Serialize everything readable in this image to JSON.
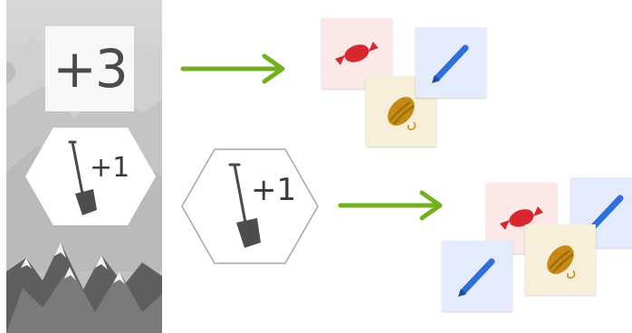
{
  "left_panel": {
    "bonus_card_text": "+3",
    "hex_token_text": "+1"
  },
  "main": {
    "hex_token_text": "+1"
  },
  "tiles": {
    "row1": [
      "candy",
      "pencil",
      "yarn"
    ],
    "row2": [
      "candy",
      "pencil",
      "pencil",
      "yarn"
    ]
  },
  "colors": {
    "arrow": "#72b01d",
    "candy_bg": "#fbe9e8",
    "candy": "#d8272f",
    "pencil_bg": "#e3ebfd",
    "pencil": "#2f6fd9",
    "yarn_bg": "#f7efd9",
    "yarn": "#c48a12",
    "shovel": "#4a4a4a"
  },
  "icons": [
    "candy-icon",
    "pencil-icon",
    "yarn-icon",
    "shovel-icon",
    "arrow-right-icon"
  ]
}
